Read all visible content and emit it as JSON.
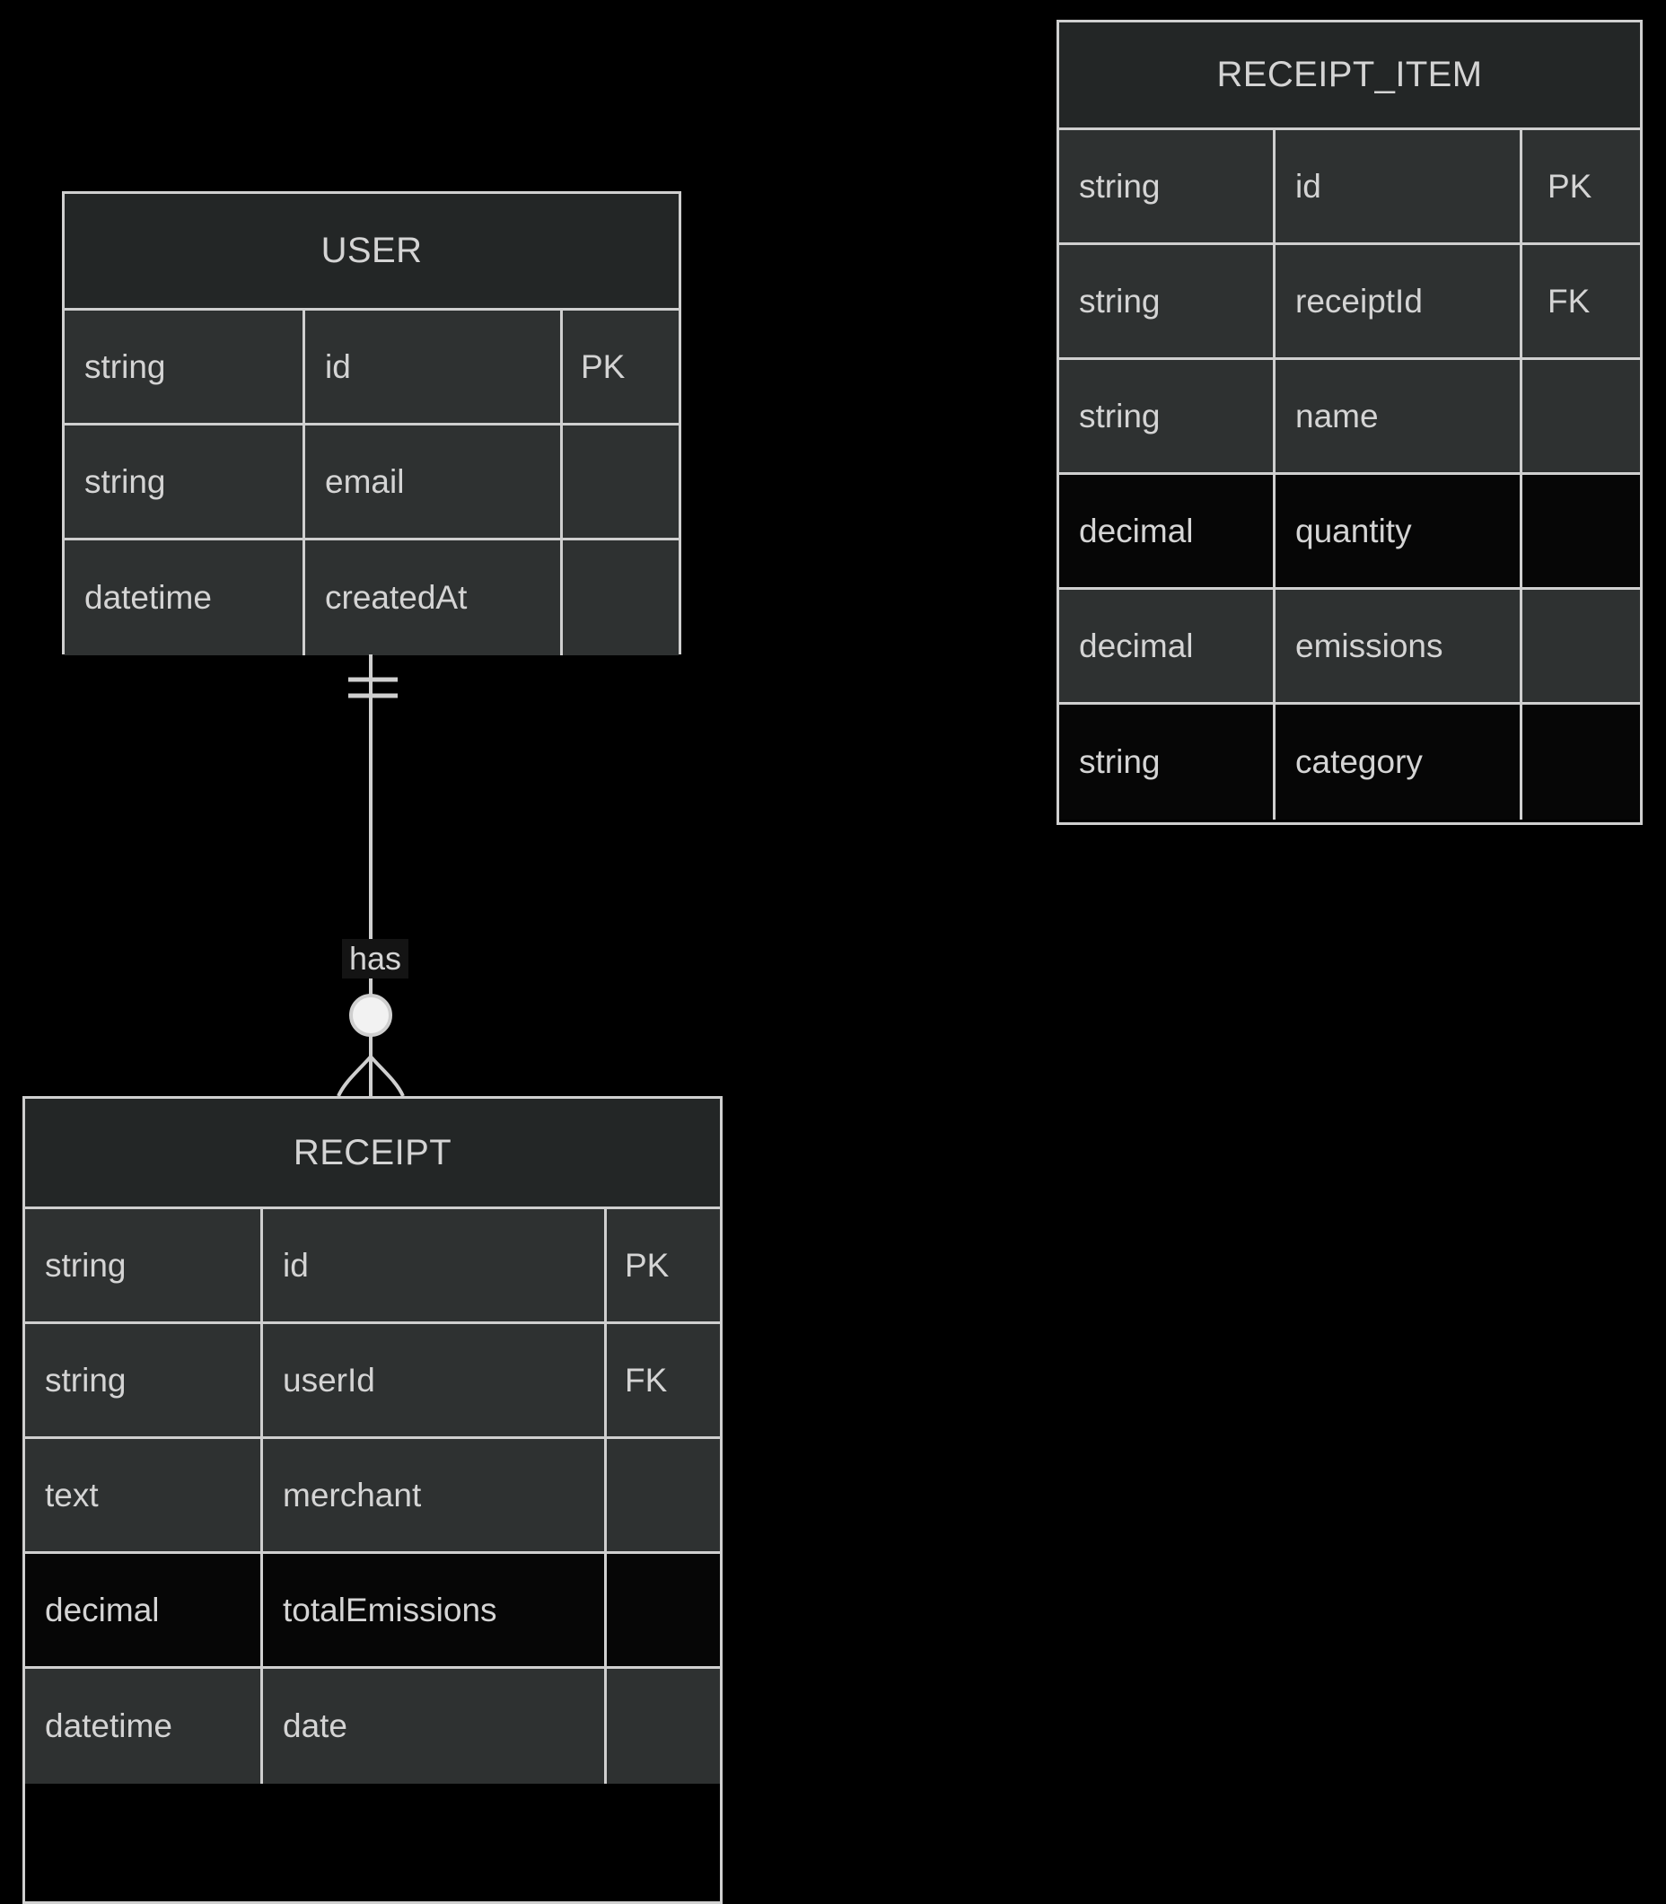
{
  "diagram": {
    "type": "er-diagram",
    "background_color": "#000000",
    "border_color": "#cfcfcf",
    "text_color": "#d4d4d4",
    "header_fill": "#232626",
    "row_fill_light": "#2e3131",
    "row_fill_dark": "#060606"
  },
  "entities": [
    {
      "id": "user",
      "title": "USER",
      "attributes": [
        {
          "type": "string",
          "name": "id",
          "key": "PK",
          "fill": "light"
        },
        {
          "type": "string",
          "name": "email",
          "key": "",
          "fill": "light"
        },
        {
          "type": "datetime",
          "name": "createdAt",
          "key": "",
          "fill": "light"
        }
      ]
    },
    {
      "id": "receipt_item",
      "title": "RECEIPT_ITEM",
      "attributes": [
        {
          "type": "string",
          "name": "id",
          "key": "PK",
          "fill": "light"
        },
        {
          "type": "string",
          "name": "receiptId",
          "key": "FK",
          "fill": "light"
        },
        {
          "type": "string",
          "name": "name",
          "key": "",
          "fill": "light"
        },
        {
          "type": "decimal",
          "name": "quantity",
          "key": "",
          "fill": "dark"
        },
        {
          "type": "decimal",
          "name": "emissions",
          "key": "",
          "fill": "light"
        },
        {
          "type": "string",
          "name": "category",
          "key": "",
          "fill": "dark"
        }
      ]
    },
    {
      "id": "receipt",
      "title": "RECEIPT",
      "attributes": [
        {
          "type": "string",
          "name": "id",
          "key": "PK",
          "fill": "light"
        },
        {
          "type": "string",
          "name": "userId",
          "key": "FK",
          "fill": "light"
        },
        {
          "type": "text",
          "name": "merchant",
          "key": "",
          "fill": "light"
        },
        {
          "type": "decimal",
          "name": "totalEmissions",
          "key": "",
          "fill": "dark"
        },
        {
          "type": "datetime",
          "name": "date",
          "key": "",
          "fill": "light"
        }
      ]
    }
  ],
  "relationships": [
    {
      "id": "user-has-receipt",
      "label": "has",
      "from": "USER",
      "to": "RECEIPT",
      "from_cardinality": "exactly-one",
      "to_cardinality": "zero-or-many",
      "line_color": "#cfcfcf"
    }
  ]
}
